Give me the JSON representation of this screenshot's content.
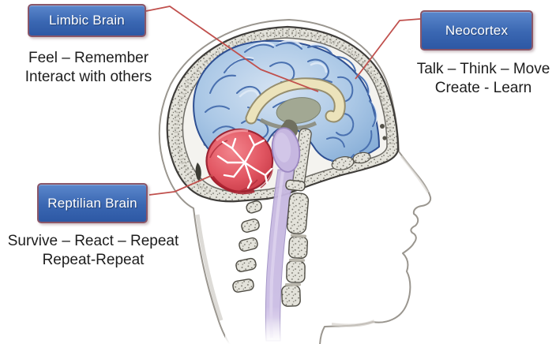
{
  "diagram": {
    "subject": "human-head-sagittal-brain-section",
    "callouts": [
      {
        "id": "limbic",
        "label": "Limbic Brain",
        "description": [
          "Feel – Remember",
          "Interact with others"
        ]
      },
      {
        "id": "neocortex",
        "label": "Neocortex",
        "description": [
          "Talk – Think – Move",
          "Create - Learn"
        ]
      },
      {
        "id": "reptilian",
        "label": "Reptilian Brain",
        "description": [
          "Survive – React – Repeat",
          "Repeat-Repeat"
        ]
      }
    ],
    "regions": [
      {
        "name": "neocortex-cerebrum",
        "color": "#aac8e6"
      },
      {
        "name": "corpus-callosum",
        "color": "#ece3bb"
      },
      {
        "name": "cerebellum",
        "color": "#e25763"
      },
      {
        "name": "brainstem-spinal-cord",
        "color": "#c6b7e0"
      },
      {
        "name": "skull-bone",
        "color": "#e3e2da"
      }
    ],
    "colors": {
      "background": "#ffffff",
      "callout_fill": "#3a67b2",
      "callout_border": "#8a5668",
      "callout_text": "#ffffff",
      "leader_line": "#c0504d",
      "body_text": "#1d1d1d"
    }
  }
}
